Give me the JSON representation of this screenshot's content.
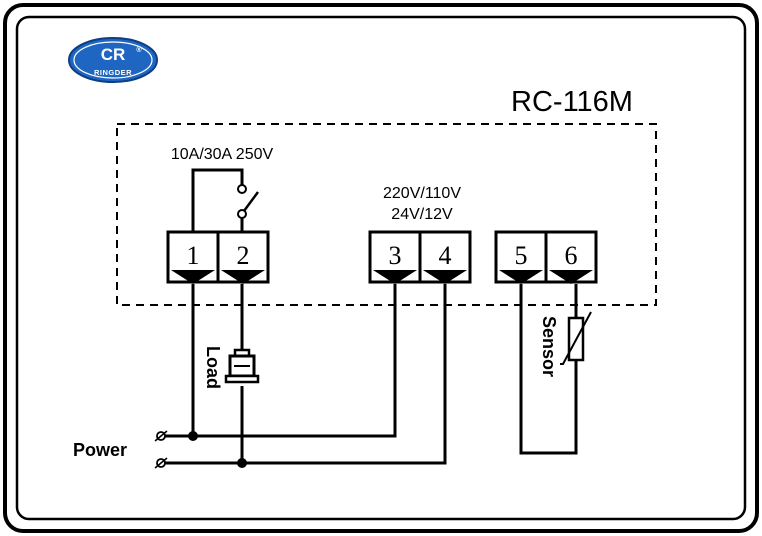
{
  "brand": {
    "logo_mark": "CR",
    "logo_text": "RINGDER",
    "logo_registered": "®",
    "logo_color": "#1f66c2"
  },
  "model": "RC-116M",
  "relay_rating": "10A/30A 250V",
  "supply_voltage": {
    "line1": "220V/110V",
    "line2": "24V/12V"
  },
  "terminals": [
    "1",
    "2",
    "3",
    "4",
    "5",
    "6"
  ],
  "labels": {
    "load": "Load",
    "sensor": "Sensor",
    "power": "Power"
  },
  "colors": {
    "line": "#000000",
    "background": "#ffffff"
  }
}
